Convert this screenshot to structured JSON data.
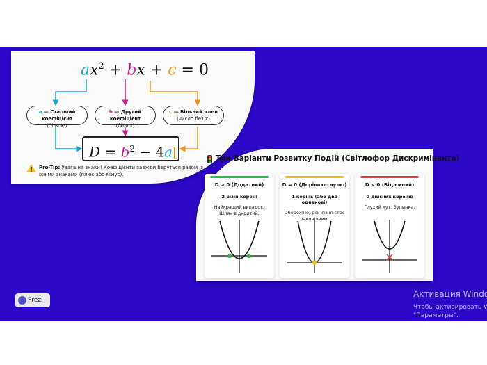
{
  "formula": {
    "eq_a": "a",
    "eq_x2": "x",
    "eq_exp": "2",
    "eq_plus1": "+",
    "eq_b": "b",
    "eq_x": "x",
    "eq_plus2": "+",
    "eq_c": "c",
    "eq_equals": "= 0",
    "d_left": "D = ",
    "d_b": "b",
    "d_exp": "2",
    "d_minus": " − 4",
    "d_a": "a",
    "d_c": "c"
  },
  "pills": [
    {
      "var": "a",
      "label": " — Старший коефіцієнт",
      "sub": "(біля x²)"
    },
    {
      "var": "b",
      "label": " — Другий коефіцієнт",
      "sub": "(біля x)"
    },
    {
      "var": "c",
      "label": " — Вільний член",
      "sub": "(число без x)"
    }
  ],
  "protip": {
    "title": "Pro-Tip:",
    "text": " Увага на знаки! Коефіцієнти завжди беруться разом із їхніми знаками (плюс або мінус)."
  },
  "variants": {
    "title": "Три Варіанти Розвитку Подій (Світлофор Дискримінанта)",
    "cards": [
      {
        "heading": "D > 0 (Додатний)",
        "roots": "2 різні корені",
        "desc": "Найкращий випадок. Шлях відкритий."
      },
      {
        "heading": "D = 0 (Дорівнює нулю)",
        "roots": "1 корінь (або два однакові)",
        "desc": "Обережно, рівняння стає лаконічним."
      },
      {
        "heading": "D < 0 (Від'ємний)",
        "roots": "0 дійсних коренів",
        "desc": "Глухий кут. Зупинка."
      }
    ]
  },
  "prezi_label": "Prezi",
  "activation": {
    "line1": "Активация Windo",
    "line2": "Чтобы активировать Wir",
    "line3": "\"Параметры\"."
  },
  "colors": {
    "a": "#1aa4c8",
    "b": "#c0208c",
    "c": "#e8941a",
    "green": "#34b04a",
    "yellow": "#f0c419",
    "red": "#e04a4a",
    "background": "#2d08c9"
  }
}
